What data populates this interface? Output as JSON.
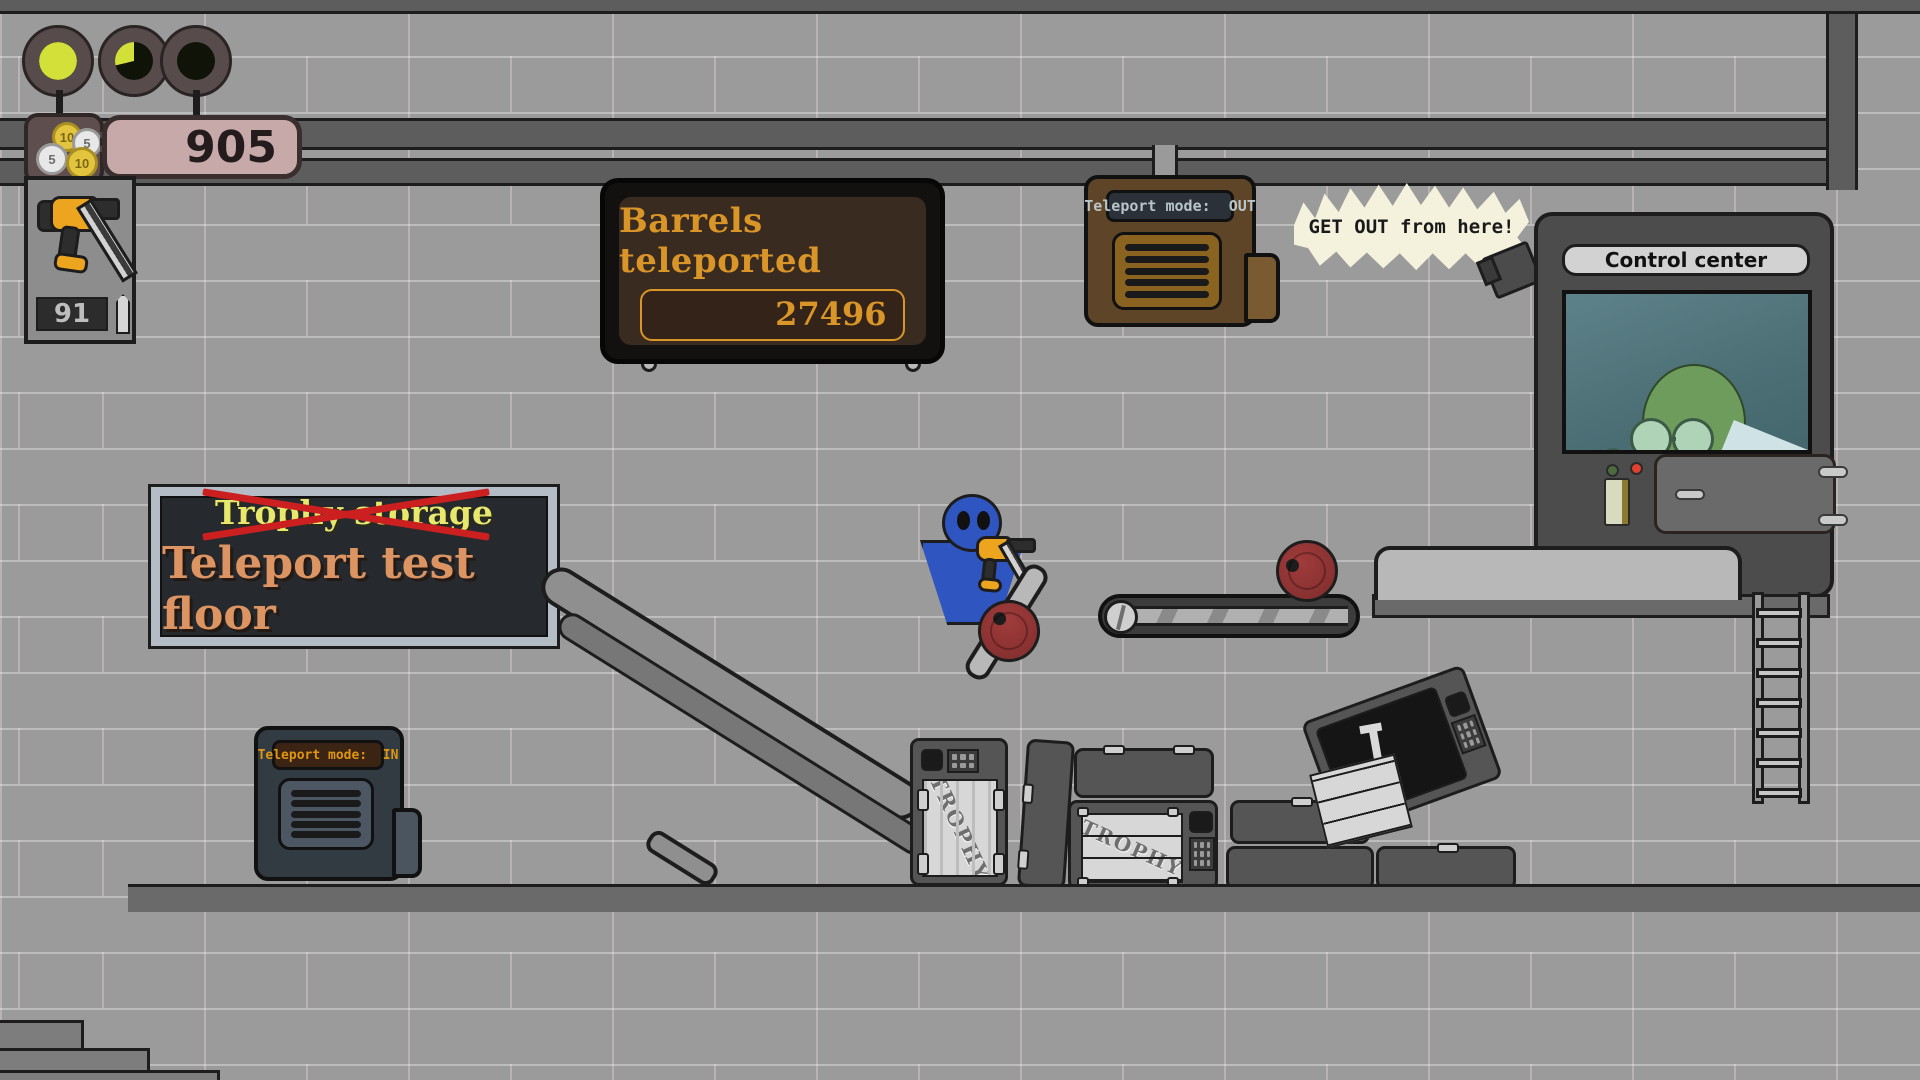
{
  "scene": {
    "title": "Teleport test floor",
    "background_color": "#9b9b9b"
  },
  "hud": {
    "traffic_lights": [
      {
        "name": "light-1",
        "state": "full",
        "color": "#d3e03a"
      },
      {
        "name": "light-2",
        "state": "partial",
        "color": "#d3e03a"
      },
      {
        "name": "light-3",
        "state": "off",
        "color": "#101408"
      }
    ],
    "coin_icon": "coins-icon",
    "coins": [
      {
        "label": "10",
        "type": "gold"
      },
      {
        "label": "5",
        "type": "silver"
      },
      {
        "label": "5",
        "type": "silver"
      },
      {
        "label": "10",
        "type": "gold"
      }
    ],
    "score": "905",
    "inventory": {
      "item_icon": "nailgun-icon",
      "ammo_count": "91",
      "ammo_icon": "nail-icon"
    }
  },
  "signs": {
    "counter": {
      "title": "Barrels teleported",
      "value": "27496",
      "text_color": "#d99527"
    },
    "floor_sign": {
      "old_label": "Trophy storage",
      "new_label": "Teleport test floor",
      "strike_color": "#cc2020",
      "old_color": "#e8e86c",
      "new_color": "#dd9463"
    }
  },
  "teleporters": [
    {
      "name": "teleporter-out",
      "screen_label": "Teleport mode:",
      "mode": "OUT",
      "body_color": "#5f4527",
      "text_color": "#b9c4c9"
    },
    {
      "name": "teleporter-in",
      "screen_label": "Teleport mode:",
      "mode": "IN",
      "body_color": "#323a42",
      "text_color": "#e0960f"
    }
  ],
  "speech": {
    "text": "GET OUT from here!"
  },
  "control_center": {
    "plaque": "Control center",
    "screen_subject": "operator-avatar"
  },
  "crates": [
    {
      "name": "crate-upright-1",
      "label": "TROPHY"
    },
    {
      "name": "crate-side-1",
      "label": ""
    },
    {
      "name": "crate-upright-2",
      "label": "TROPHY"
    },
    {
      "name": "crate-stack-1",
      "label": ""
    },
    {
      "name": "crate-stack-2",
      "label": ""
    },
    {
      "name": "crate-open-tilted",
      "label": ""
    }
  ],
  "barrels": [
    {
      "name": "barrel-on-ramp",
      "color": "#8e3333"
    },
    {
      "name": "barrel-on-belt",
      "color": "#8e3333"
    }
  ],
  "player": {
    "name": "player-character",
    "body_color": "#2f55c0",
    "held_item": "nailgun-icon"
  }
}
